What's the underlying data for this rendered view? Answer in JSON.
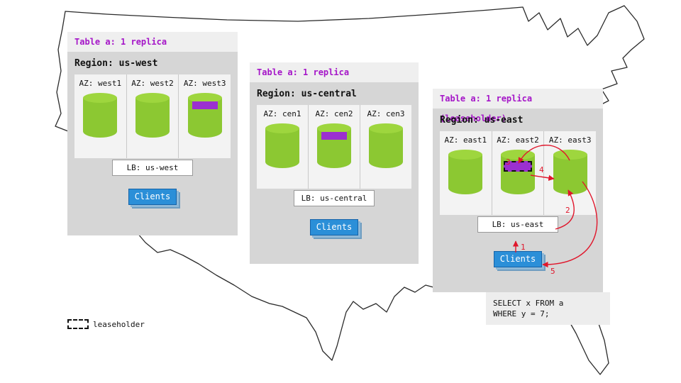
{
  "legend": {
    "label": "leaseholder"
  },
  "colors": {
    "purple_text": "#a516c8",
    "replica_purple": "#9b30d0",
    "cylinder_green": "#8cc832",
    "cylinder_top_green": "#9ed63e",
    "clients_blue": "#2b8fd8",
    "arrow_red": "#e0162b"
  },
  "regions": [
    {
      "id": "us-west",
      "table_label": "Table a: 1 replica",
      "region_label": "Region: us-west",
      "azs": [
        {
          "label": "AZ: west1",
          "replica": false
        },
        {
          "label": "AZ: west2",
          "replica": false
        },
        {
          "label": "AZ: west3",
          "replica": true
        }
      ],
      "lb_label": "LB: us-west",
      "clients_label": "Clients"
    },
    {
      "id": "us-central",
      "table_label": "Table a: 1 replica",
      "region_label": "Region: us-central",
      "azs": [
        {
          "label": "AZ: cen1",
          "replica": false
        },
        {
          "label": "AZ: cen2",
          "replica": true
        },
        {
          "label": "AZ: cen3",
          "replica": false
        }
      ],
      "lb_label": "LB: us-central",
      "clients_label": "Clients"
    },
    {
      "id": "us-east",
      "table_label": "Table a: 1 replica (leaseholder)",
      "region_label": "Region: us-east",
      "azs": [
        {
          "label": "AZ: east1",
          "replica": false
        },
        {
          "label": "AZ: east2",
          "replica": true,
          "leaseholder": true
        },
        {
          "label": "AZ: east3",
          "replica": false
        }
      ],
      "lb_label": "LB: us-east",
      "clients_label": "Clients",
      "sql_line1": "SELECT x FROM a",
      "sql_line2": "WHERE y = 7;",
      "flow_steps": [
        "1",
        "2",
        "3",
        "4",
        "5"
      ]
    }
  ]
}
